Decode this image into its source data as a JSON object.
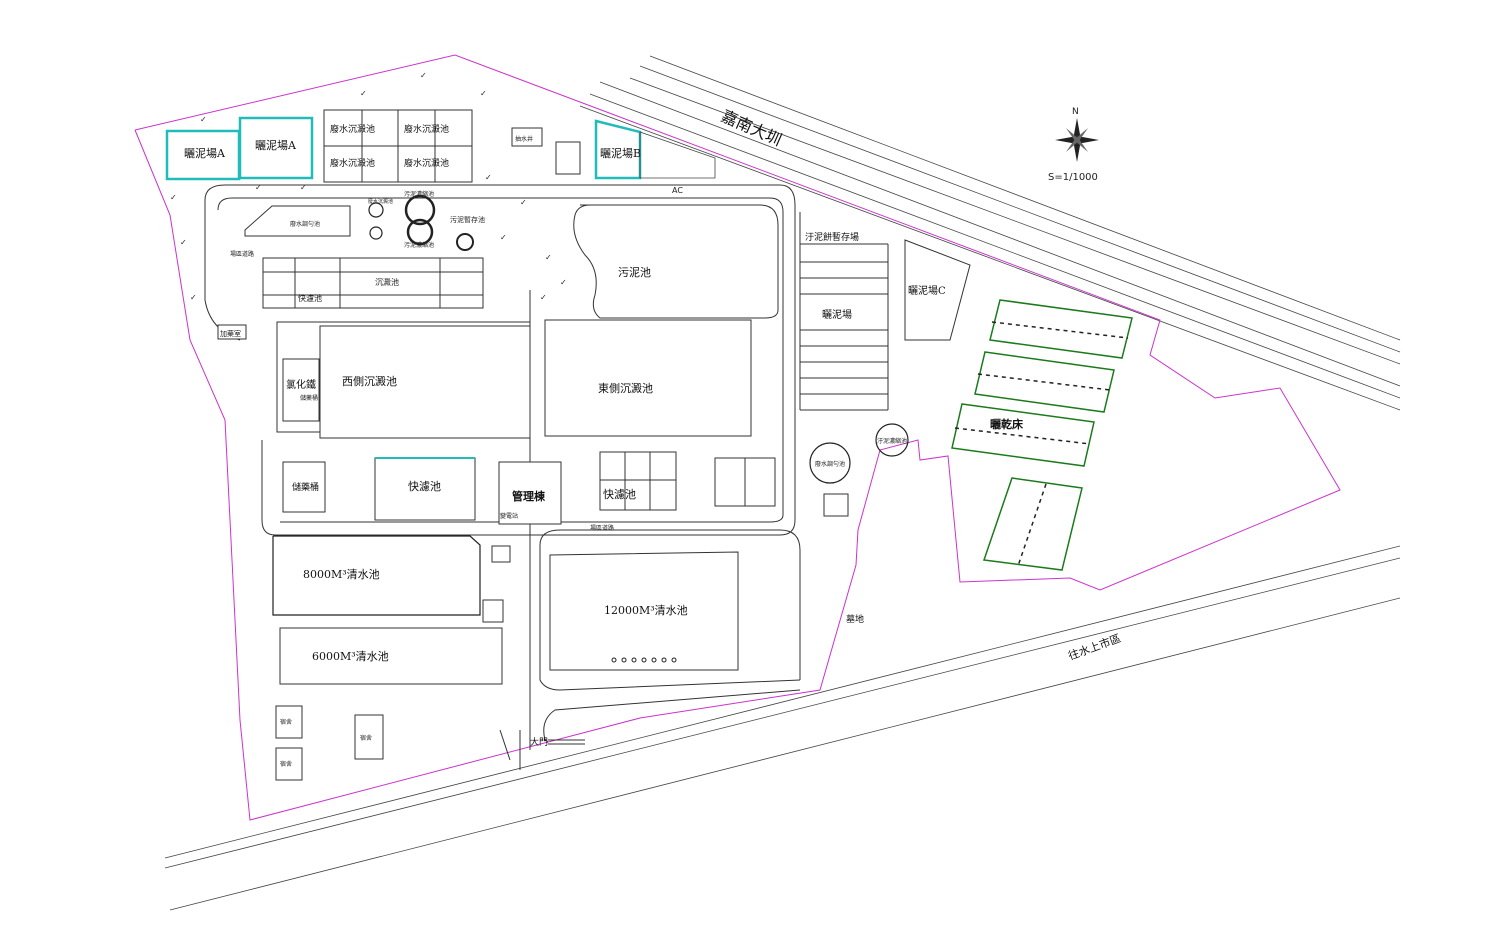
{
  "colors": {
    "boundary": "#cc33cc",
    "sludge_yard_outline": "#22bbbb",
    "drying_bed": "#1b7a1b",
    "line": "#333333"
  },
  "map": {
    "north": "N",
    "scale": "S=1/1000",
    "roads": {
      "jianan_canal": "嘉南大圳",
      "road_bottom": "往水上市區"
    },
    "zones": {
      "sludge_yard_a1": "曬泥場A",
      "sludge_yard_a2": "曬泥場A",
      "sludge_yard_b": "曬泥場B",
      "sludge_yard_c": "曬泥場C",
      "sludge_drying_yard": "曬泥場",
      "sludge_cake_storage": "汙泥餅暫存場",
      "sludge_pond": "污泥池",
      "waste_sed_1": "廢水沉澱池",
      "waste_sed_2": "廢水沉澱池",
      "waste_sed_3": "廢水沉澱池",
      "waste_sed_4": "廢水沉澱池",
      "waste_equalization": "廢水調勻池",
      "waste_sed_small": "廢水沉澱池",
      "sludge_thickener_1": "污泥濃縮池",
      "sludge_thickener_2": "污泥濃縮池",
      "sludge_temp_pool": "污泥暫存池",
      "rapid_filter_top": "快濾池",
      "sed_top": "沉澱池",
      "west_sed": "西側沉澱池",
      "east_sed": "東側沉澱池",
      "chem_store_1": "氯化鐵",
      "chem_store_2": "儲藥桶",
      "chem_store_3": "儲藥桶",
      "rapid_filter_mid": "快濾池",
      "admin_building": "管理棟",
      "substation": "變電站",
      "rapid_filter_east": "快濾池",
      "clear_water_8000": "8000M³清水池",
      "clear_water_6000": "6000M³清水池",
      "clear_water_12000": "12000M³清水池",
      "waste_adjust": "廢水調勻池",
      "sludge_concentrate": "汙泥濃縮池",
      "drying_bed": "曬乾床",
      "cemetery": "墓地",
      "gate": "大門",
      "ac_label": "AC",
      "plant_road": "場區道路",
      "dosing_room": "加藥室",
      "pump_well": "抽水井",
      "dorm": "宿舍"
    }
  }
}
